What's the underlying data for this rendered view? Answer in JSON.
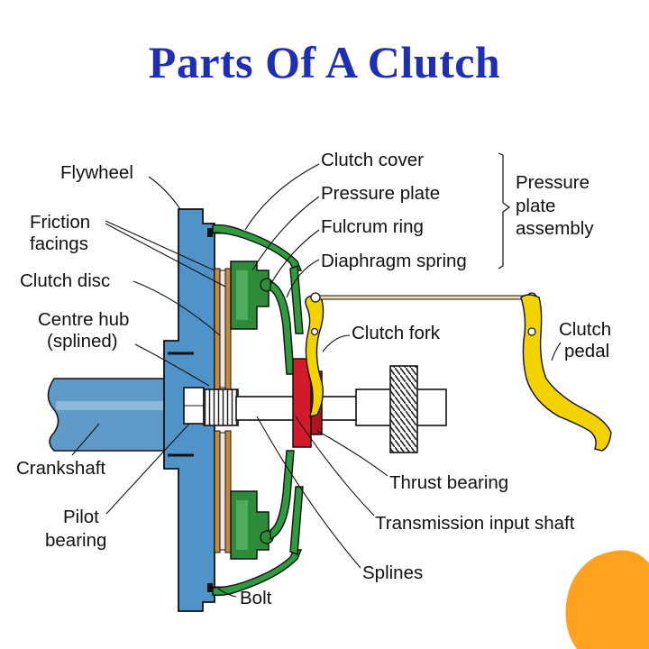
{
  "title": "Parts Of A Clutch",
  "labels": {
    "flywheel": "Flywheel",
    "friction_1": "Friction",
    "friction_2": "facings",
    "clutch_disc": "Clutch disc",
    "centre_hub_1": "Centre hub",
    "centre_hub_2": "(splined)",
    "crankshaft": "Crankshaft",
    "pilot_1": "Pilot",
    "pilot_2": "bearing",
    "clutch_cover": "Clutch cover",
    "pressure_plate": "Pressure plate",
    "fulcrum_ring": "Fulcrum ring",
    "diaphragm_spring": "Diaphragm spring",
    "assembly_1": "Pressure",
    "assembly_2": "plate",
    "assembly_3": "assembly",
    "clutch_fork": "Clutch fork",
    "pedal_1": "Clutch",
    "pedal_2": "pedal",
    "thrust_bearing": "Thrust bearing",
    "input_shaft": "Transmission input shaft",
    "splines": "Splines",
    "bolt": "Bolt"
  },
  "colors": {
    "title": "#1f2fb5",
    "flywheel": "#4f93c9",
    "crankshaft": "#5f9ac8",
    "pressure_plate": "#2e8b3a",
    "clutch_cover": "#2f9a3e",
    "friction": "#c98a3a",
    "thrust_bearing": "#d11a2a",
    "fork": "#f2d200",
    "shaft": "#ffffff"
  }
}
